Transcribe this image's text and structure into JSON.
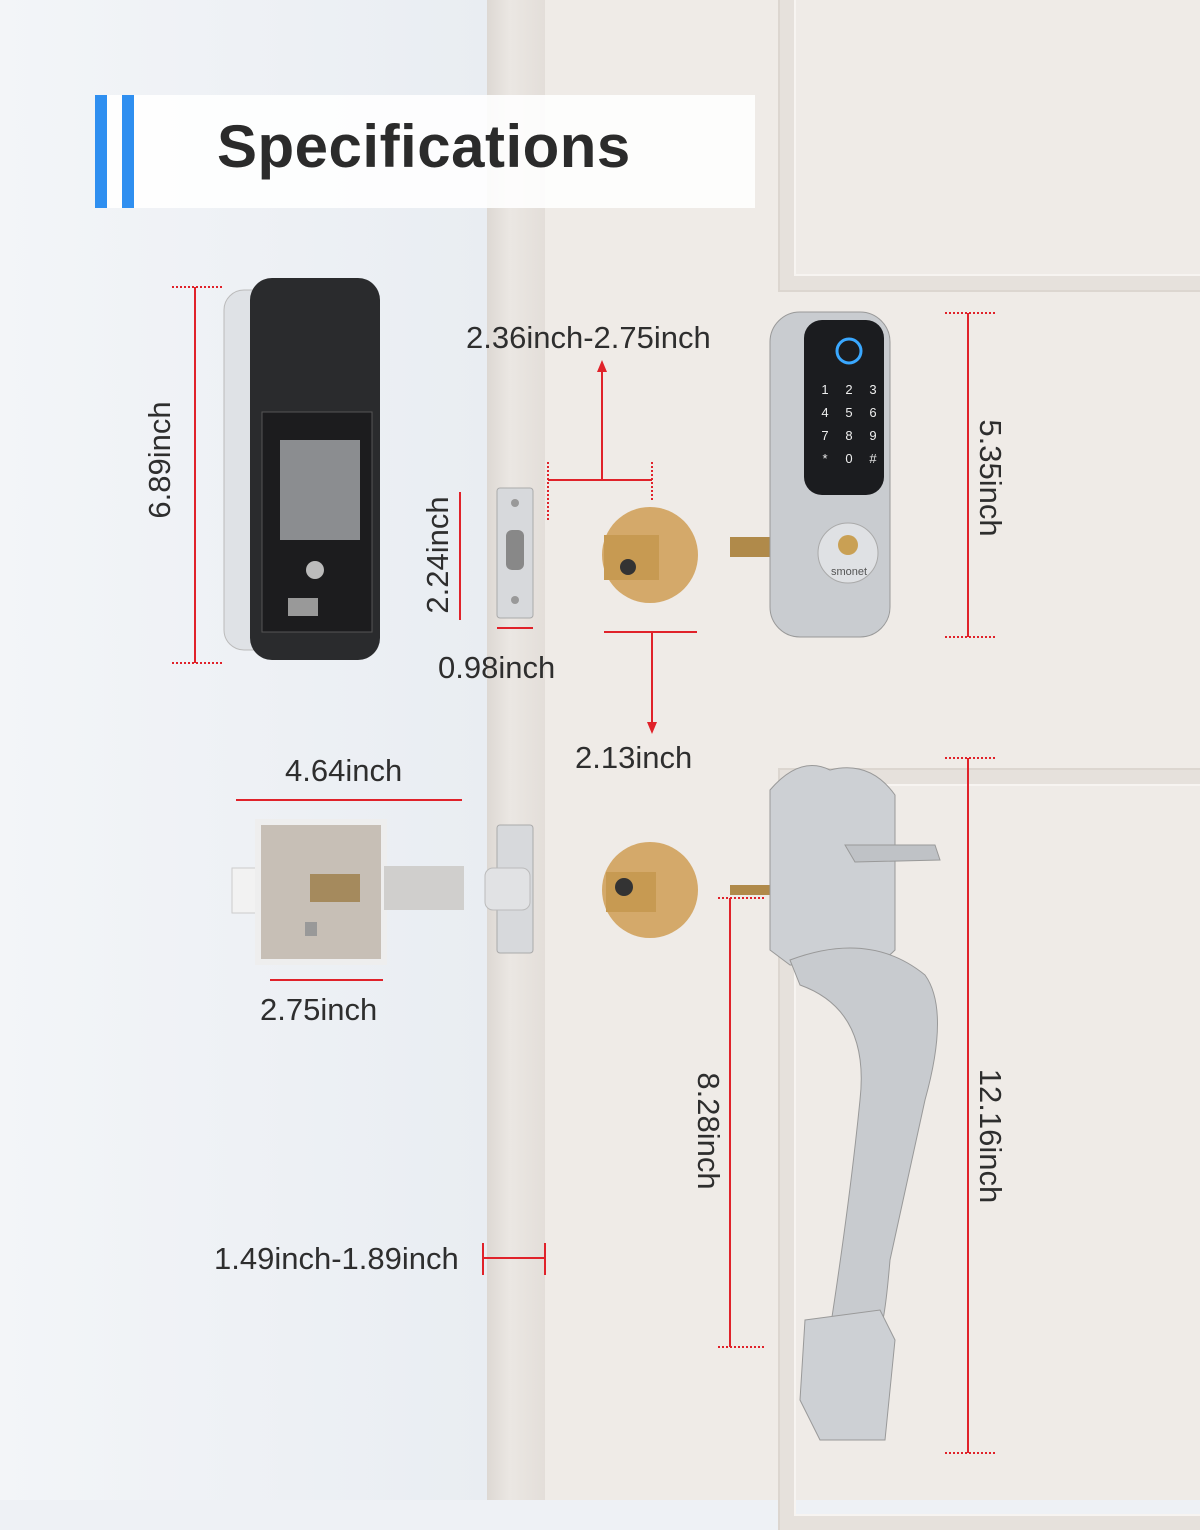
{
  "title": "Specifications",
  "colors": {
    "accent": "#2f8ff0",
    "dimension_line": "#e0222a"
  },
  "dimensions": {
    "keypad_back_height": "6.89inch",
    "backset": "2.36inch-2.75inch",
    "strike_plate_height": "2.24inch",
    "strike_plate_width": "0.98inch",
    "bore_hole": "2.13inch",
    "keypad_height": "5.35inch",
    "latch_length": "4.64inch",
    "latch_plate_width": "2.75inch",
    "door_thickness": "1.49inch-1.89inch",
    "handle_grip_height": "8.28inch",
    "handleset_height": "12.16inch"
  },
  "keypad": {
    "keys": [
      "1",
      "2",
      "3",
      "4",
      "5",
      "6",
      "7",
      "8",
      "9",
      "*",
      "0",
      "#"
    ],
    "brand_logo": "smonet"
  }
}
